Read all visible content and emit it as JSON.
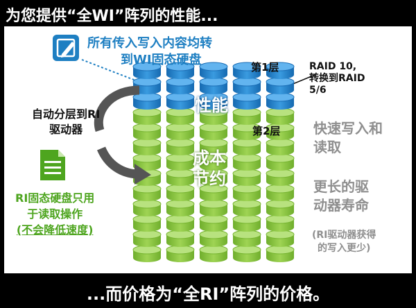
{
  "header": {
    "title": "为您提供“全WI”阵列的性能..."
  },
  "footer": {
    "text": "...而价格为“全RI”阵列的价格。"
  },
  "callout_write": {
    "line1": "所有传入写入内容均转",
    "line2": "到WI固态硬盘"
  },
  "auto_tier": {
    "line1": "自动分层到RI",
    "line2": "驱动器"
  },
  "read_only": {
    "line1": "RI固态硬盘只用",
    "line2": "于读取操作",
    "line3": "(不会降低速度)"
  },
  "stack": {
    "tier1_label": "第1层",
    "tier2_label": "第2层",
    "performance_label": "性能",
    "cost_label_line1": "成本",
    "cost_label_line2": "节约",
    "columns": 5,
    "blue_rows": 3,
    "green_rows": 10
  },
  "raid": {
    "line1": "RAID 10,",
    "line2": "转换到RAID",
    "line3": "5/6"
  },
  "benefits": {
    "b1_line1": "快速写入和",
    "b1_line2": "读取",
    "b2_line1": "更长的驱",
    "b2_line2": "动器寿命",
    "note_line1": "(RI驱动器获得",
    "note_line2": "的写入更少)"
  },
  "colors": {
    "blue": "#1e7fc2",
    "green": "#8cc63f",
    "gray": "#8f8f8f",
    "arrow": "#555555"
  },
  "icons": {
    "write": "pencil-doc-icon",
    "read": "document-icon"
  }
}
